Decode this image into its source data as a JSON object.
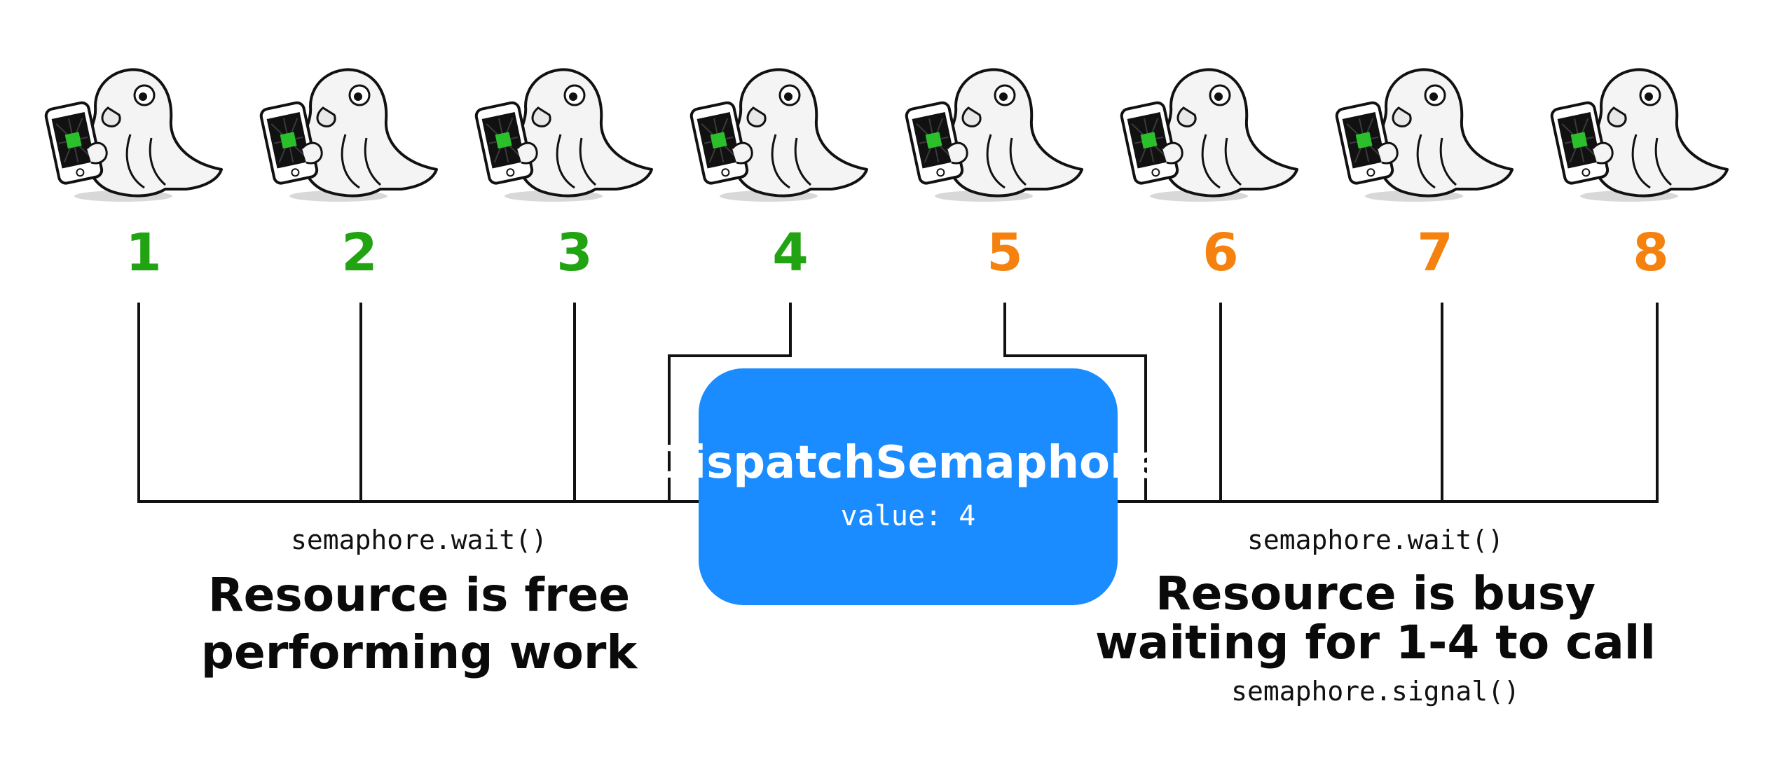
{
  "colors": {
    "free": "#22a312",
    "busy": "#f5820f",
    "semaphore_box": "#1a8cff",
    "line": "#111111"
  },
  "threads": [
    {
      "label": "1",
      "state": "free",
      "icon": "bird-with-phone-icon"
    },
    {
      "label": "2",
      "state": "free",
      "icon": "bird-with-phone-icon"
    },
    {
      "label": "3",
      "state": "free",
      "icon": "bird-with-phone-icon"
    },
    {
      "label": "4",
      "state": "free",
      "icon": "bird-with-phone-icon"
    },
    {
      "label": "5",
      "state": "busy",
      "icon": "bird-with-phone-icon"
    },
    {
      "label": "6",
      "state": "busy",
      "icon": "bird-with-phone-icon"
    },
    {
      "label": "7",
      "state": "busy",
      "icon": "bird-with-phone-icon"
    },
    {
      "label": "8",
      "state": "busy",
      "icon": "bird-with-phone-icon"
    }
  ],
  "semaphore": {
    "title": "DispatchSemaphore",
    "value_text": "value: 4"
  },
  "left_group": {
    "call": "semaphore.wait()",
    "line1": "Resource is free",
    "line2": "performing work"
  },
  "right_group": {
    "call": "semaphore.wait()",
    "line1": "Resource is busy",
    "line2": "waiting for 1-4 to call",
    "signal": "semaphore.signal()"
  }
}
